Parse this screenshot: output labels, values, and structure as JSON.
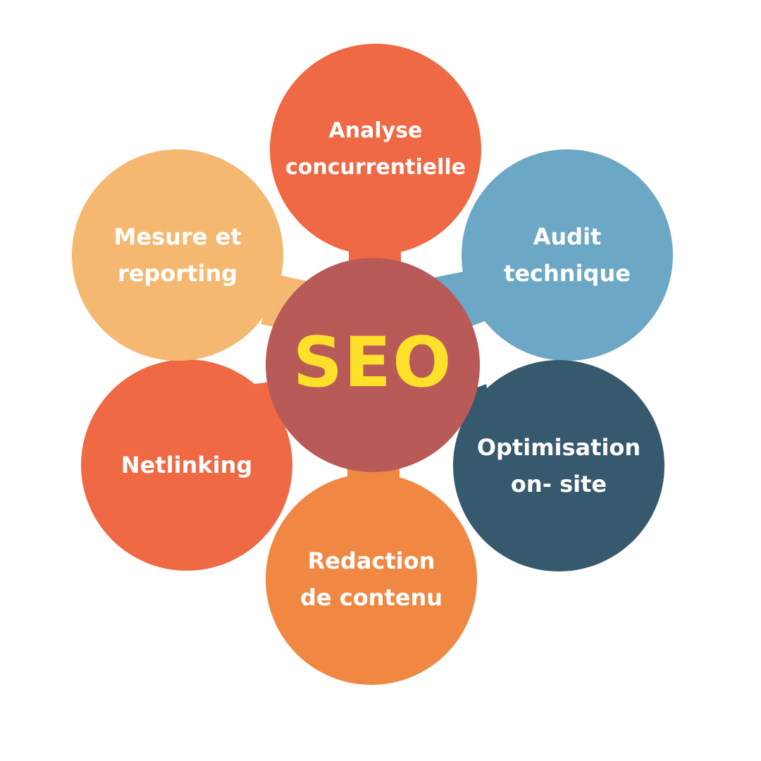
{
  "center": {
    "label": "SEO",
    "color": "#b85a58",
    "text_color": "#fde02a"
  },
  "nodes": [
    {
      "id": "analyse",
      "label": "Analyse\nconcurrentielle",
      "color": "#ef6944"
    },
    {
      "id": "audit",
      "label": "Audit\ntechnique",
      "color": "#6ca7c5"
    },
    {
      "id": "optimisation",
      "label": "Optimisation\non- site",
      "color": "#37596e"
    },
    {
      "id": "redaction",
      "label": "Redaction\nde contenu",
      "color": "#f08843"
    },
    {
      "id": "netlinking",
      "label": "Netlinking",
      "color": "#ef6944"
    },
    {
      "id": "mesure",
      "label": "Mesure et\nreporting",
      "color": "#f4b870"
    }
  ]
}
